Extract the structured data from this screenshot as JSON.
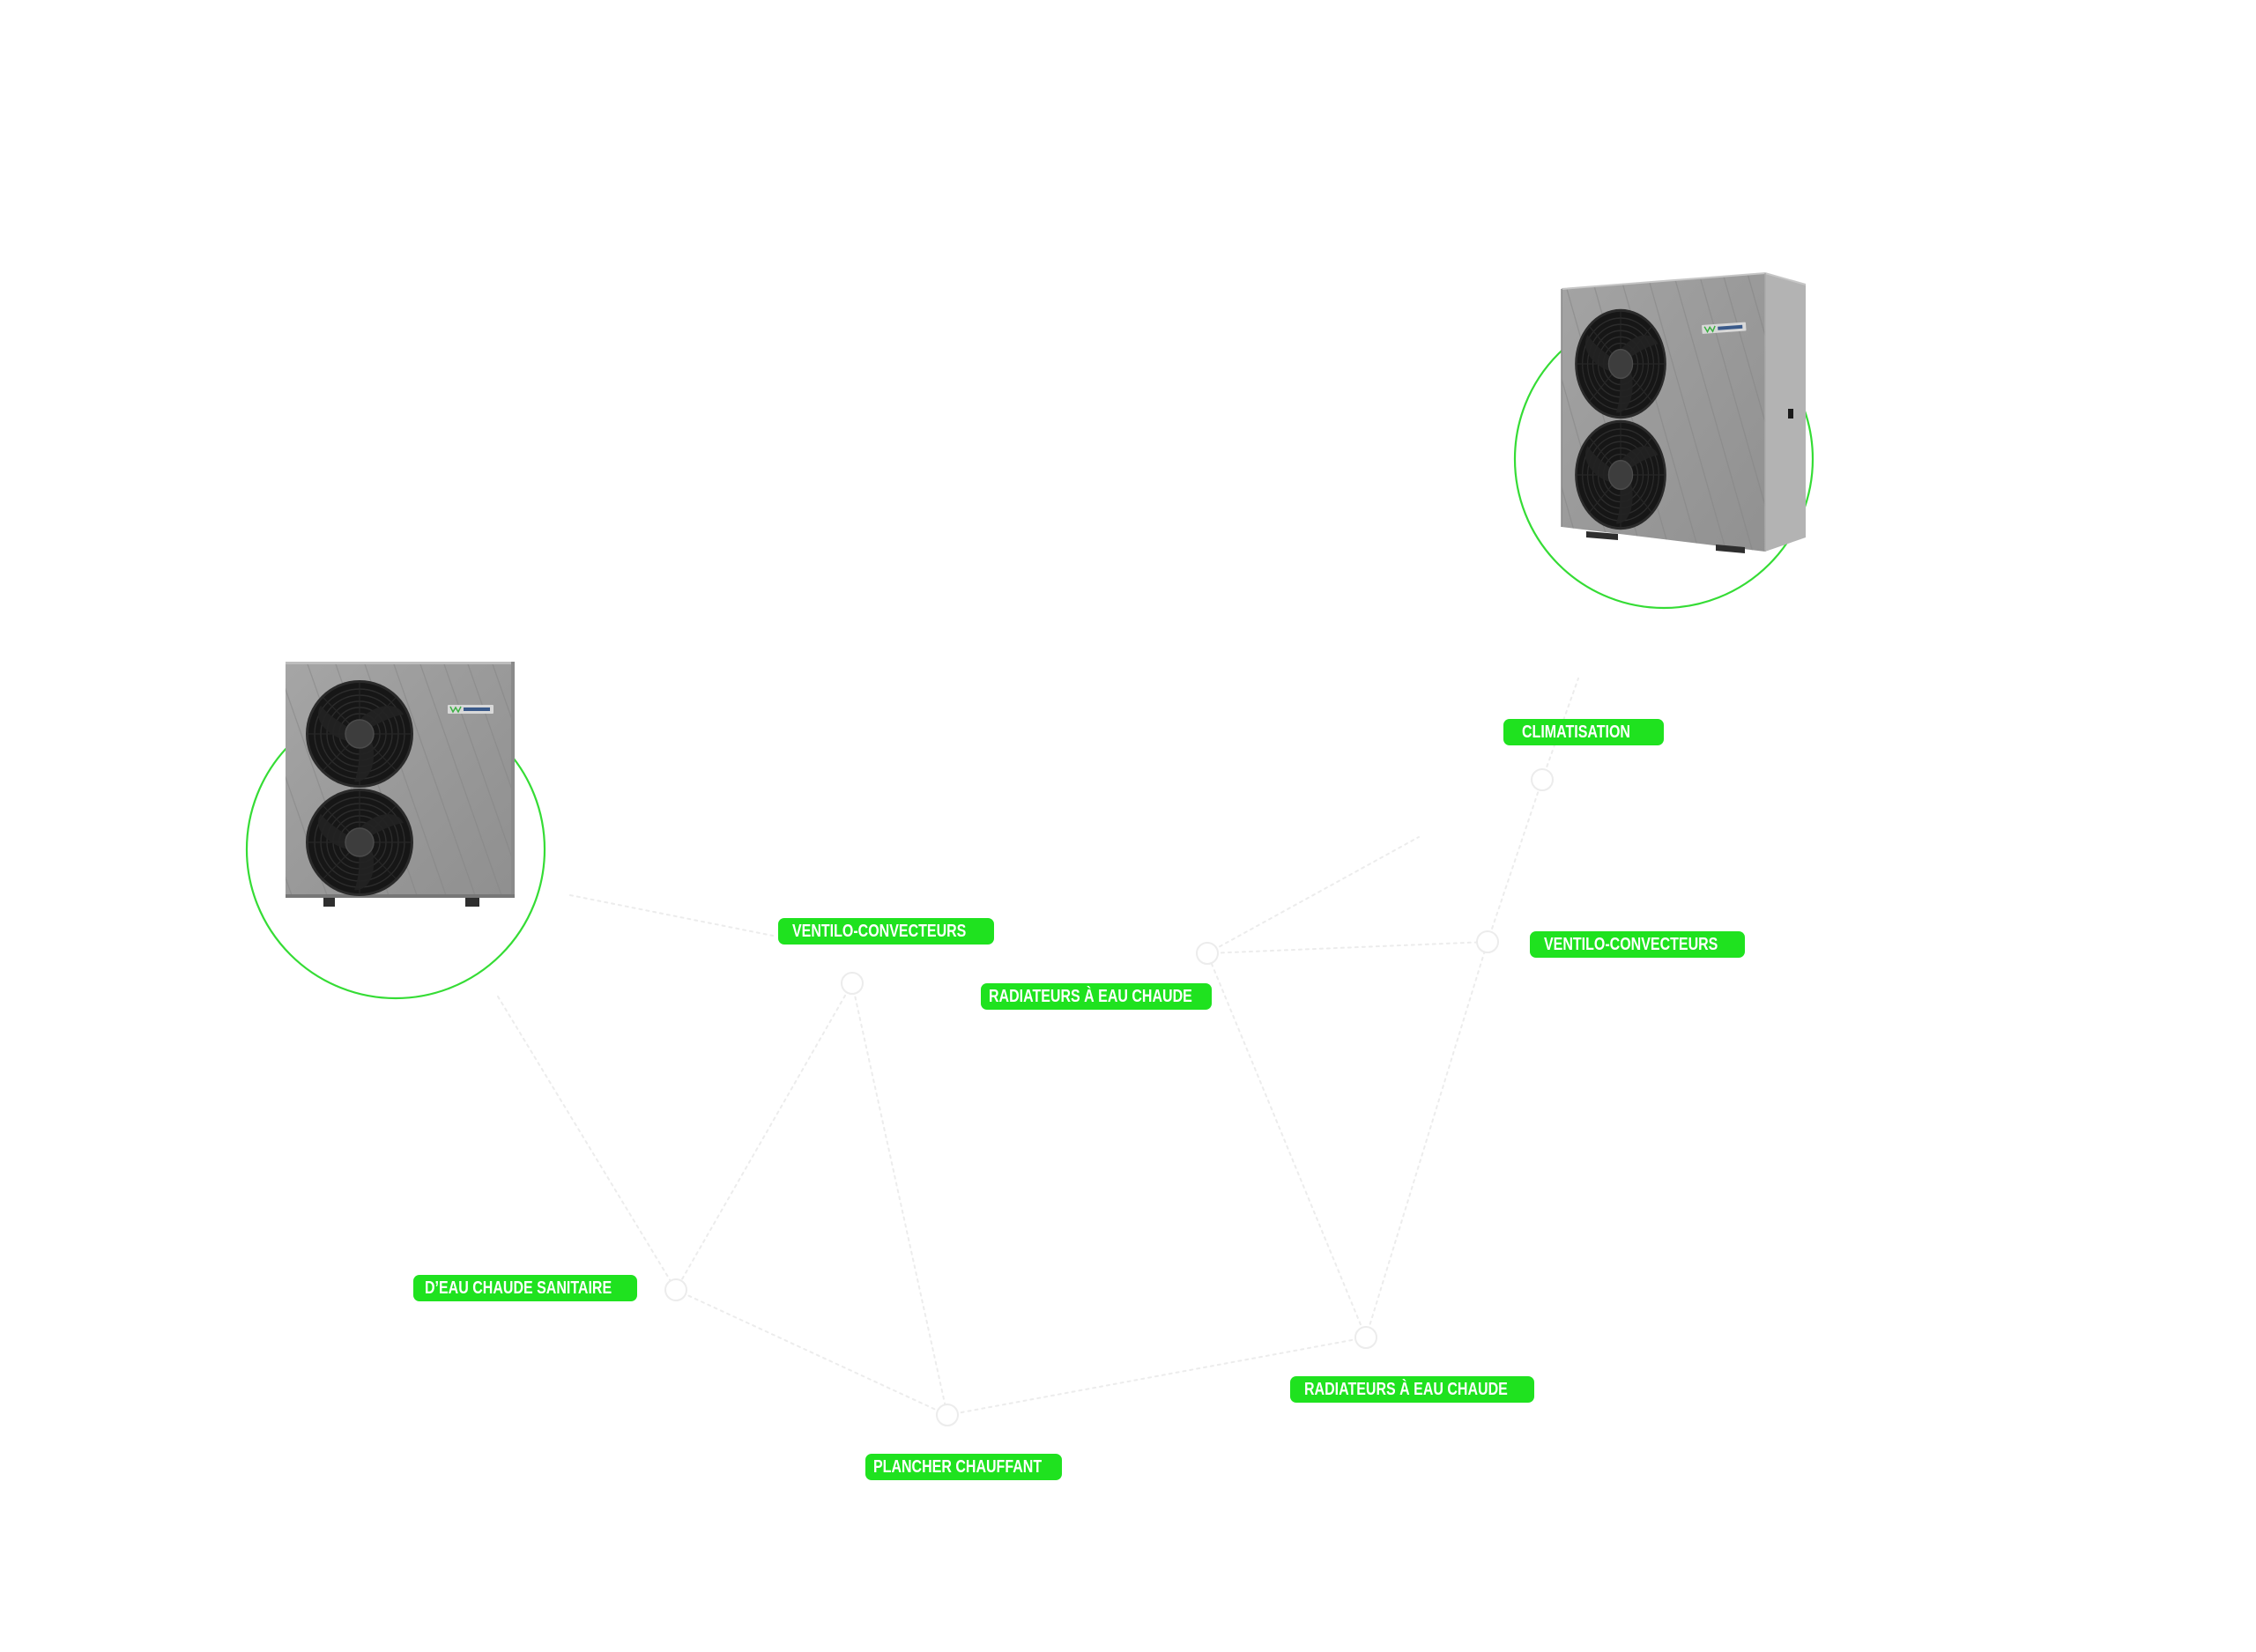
{
  "colors": {
    "background": "#ffffff",
    "accent": "#1fe21f",
    "label_text": "#ffffff",
    "ring": "#35dc35",
    "connector": "#ececec",
    "unit_body": "#9c9c9c",
    "unit_side": "#b3b3b3",
    "unit_edge": "#858585",
    "fan": "#161616",
    "foot": "#2e2e2e"
  },
  "units": [
    {
      "icon": "heat-pump-unit",
      "fans": 2
    },
    {
      "icon": "heat-pump-unit",
      "fans": 2
    }
  ],
  "labels": {
    "climatisation": "CLIMATISATION",
    "ventilo_left": "VENTILO-CONVECTEURS",
    "radiateurs_top": "RADIATEURS À EAU CHAUDE",
    "ventilo_right": "VENTILO-CONVECTEURS",
    "eau_sanitaire": "D’EAU CHAUDE SANITAIRE",
    "radiateurs_bottom": "RADIATEURS À EAU CHAUDE",
    "plancher": "PLANCHER CHAUFFANT"
  }
}
